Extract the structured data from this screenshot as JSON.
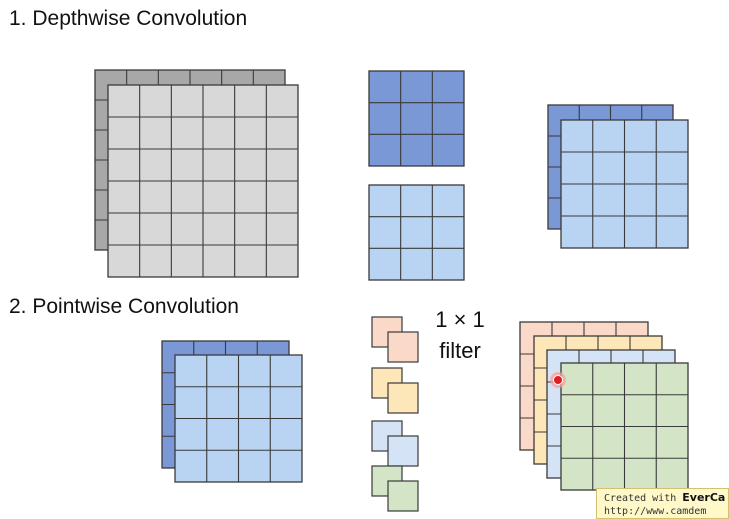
{
  "sections": {
    "depthwise_title": "1. Depthwise Convolution",
    "pointwise_title": "2. Pointwise Convolution"
  },
  "filter_label": {
    "size": "1 × 1",
    "word": "filter"
  },
  "watermark": {
    "created_prefix": "Created with ",
    "created_brand": "EverCa",
    "url": "http://www.camdem"
  },
  "colors": {
    "grid_stroke": "#3a3a3a",
    "gray_front": "#d8d8d8",
    "gray_back": "#a8a8a8",
    "blue_dark": "#7a97d6",
    "blue_light": "#b8d4f2",
    "peach": "#fad9c8",
    "yellow": "#fde6b8",
    "pale_blue": "#d4e4f6",
    "green": "#d3e4c7",
    "cursor_red": "#e02020"
  },
  "icons": {
    "cursor": "red-circle-cursor-icon"
  }
}
